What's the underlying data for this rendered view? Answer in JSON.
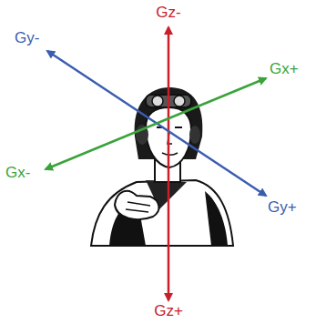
{
  "diagram": {
    "labels": [
      "Gz-",
      "Gy-",
      "Gx+",
      "Gx-",
      "Gy+",
      "Gz+"
    ]
  }
}
